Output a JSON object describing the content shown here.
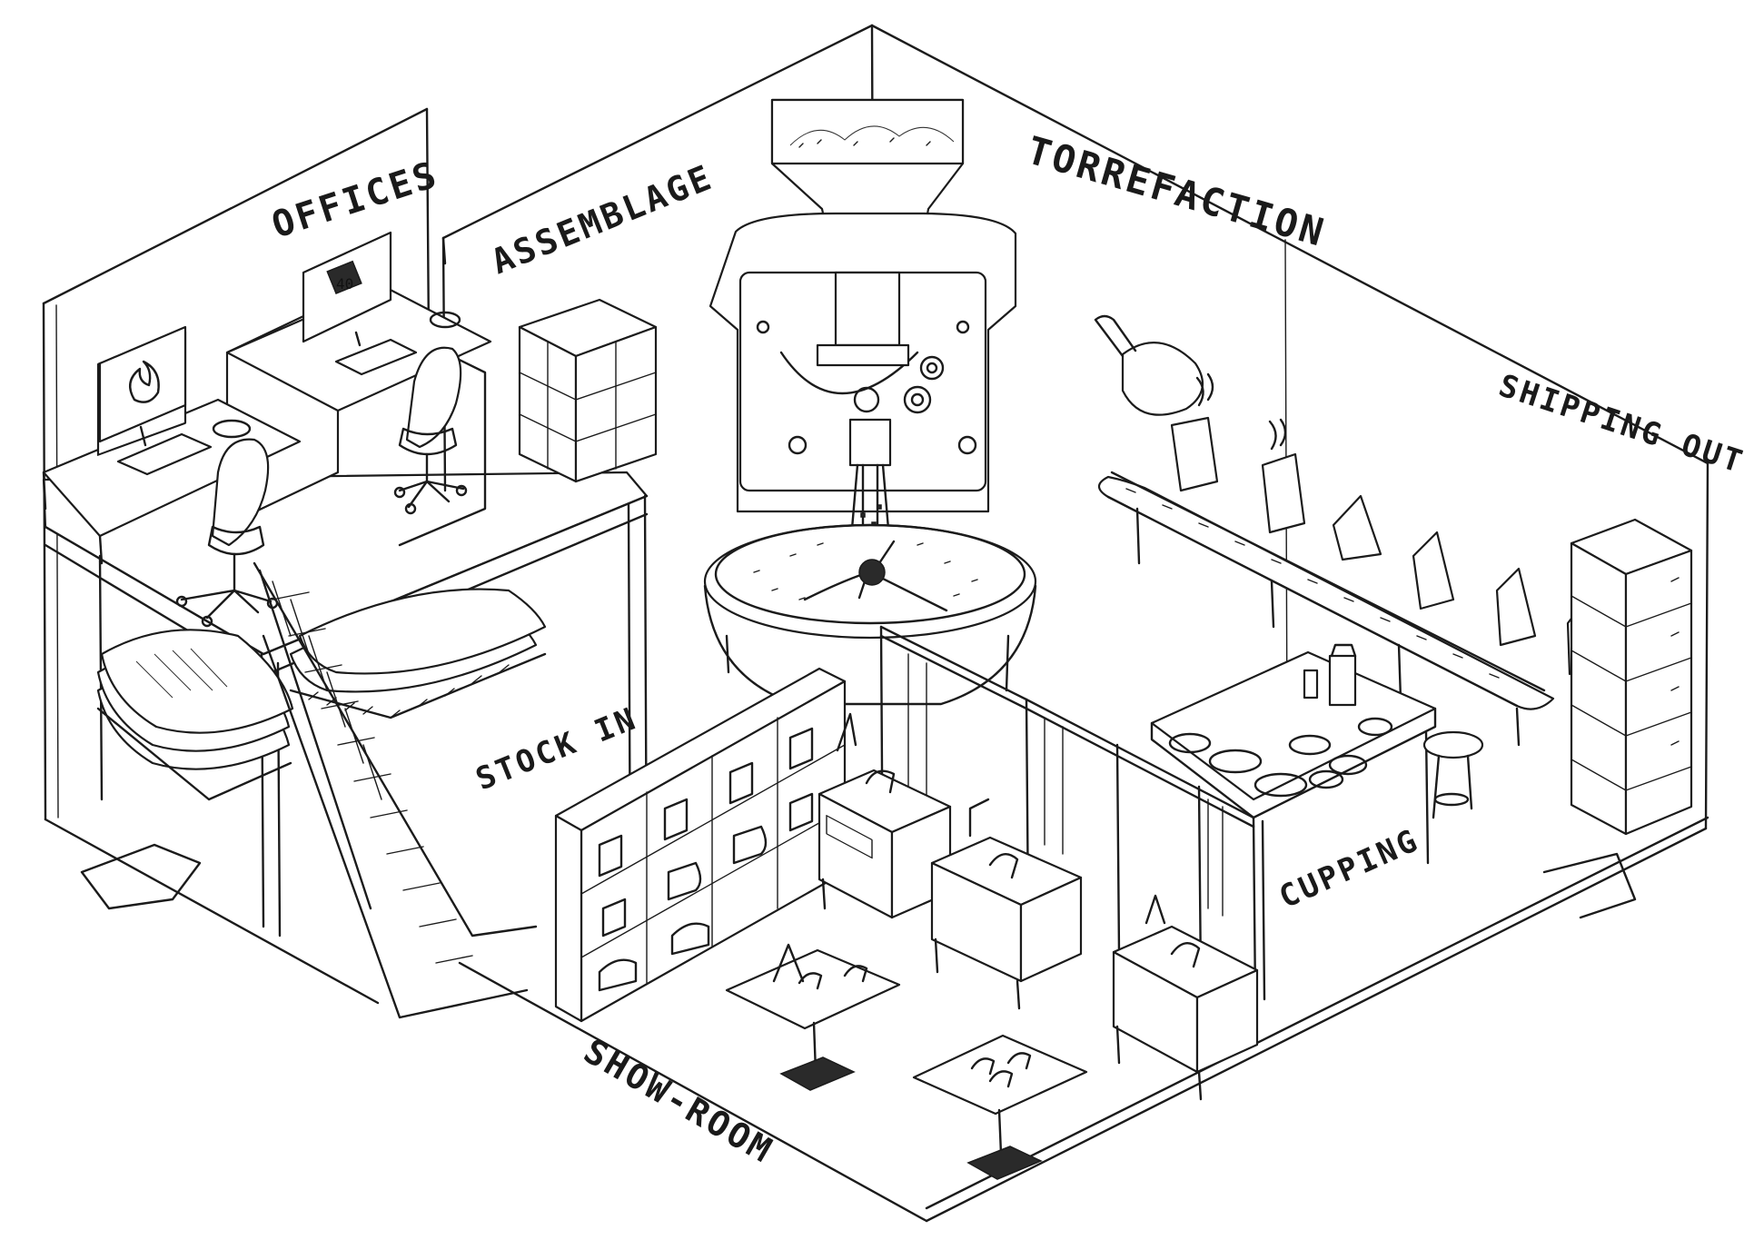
{
  "labels": {
    "offices": "OFFICES",
    "assemblage": "ASSEMBLAGE",
    "torrefaction": "TORREFACTION",
    "shipping_out": "SHIPPING OUT",
    "stock_in": "STOCK IN",
    "cupping": "CUPPING",
    "show_room": "SHOW-ROOM"
  },
  "colors": {
    "ink": "#1b1b1b",
    "paper": "#ffffff"
  }
}
